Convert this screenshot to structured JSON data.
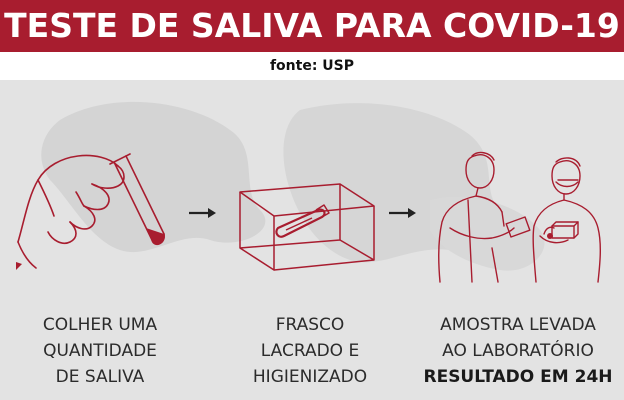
{
  "header": {
    "title": "TESTE DE SALIVA PARA COVID-19",
    "source": "fonte: USP"
  },
  "colors": {
    "accent": "#a81d2f",
    "background": "#e3e3e3",
    "text": "#2b2b2b"
  },
  "steps": [
    {
      "icon": "hand-with-tube-icon",
      "lines": [
        "COLHER UMA",
        "QUANTIDADE",
        "DE SALIVA"
      ]
    },
    {
      "icon": "sealed-flask-box-icon",
      "lines": [
        "FRASCO",
        "LACRADO E",
        "HIGIENIZADO"
      ]
    },
    {
      "icon": "lab-technicians-icon",
      "lines": [
        "AMOSTRA LEVADA",
        "AO LABORATÓRIO"
      ],
      "highlight": "RESULTADO EM 24H"
    }
  ],
  "arrows": [
    "arrow-right-icon",
    "arrow-right-icon"
  ]
}
